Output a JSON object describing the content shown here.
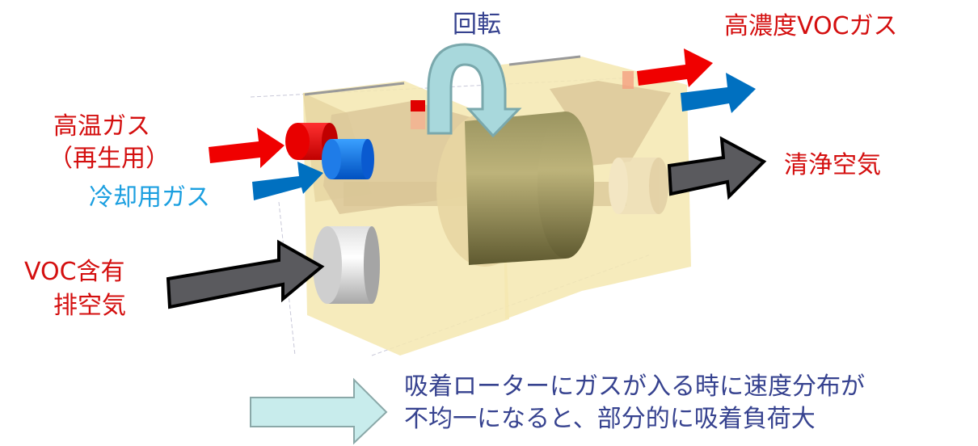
{
  "labels": {
    "rotation": "回転",
    "high_conc_voc_gas": "高濃度VOCガス",
    "hot_gas_line1": "高温ガス",
    "hot_gas_line2": "（再生用）",
    "cooling_gas": "冷却用ガス",
    "clean_air": "清浄空気",
    "voc_exhaust_line1": "VOC含有",
    "voc_exhaust_line2": "排空気"
  },
  "note": {
    "line1": "吸着ローターにガスが入る時に速度分布が",
    "line2": "不均一になると、部分的に吸着負荷大"
  },
  "colors": {
    "red_label": "#d40f0f",
    "cyan_label": "#1b9fe0",
    "navy_label": "#36428f",
    "hot_arrow": "#f00000",
    "cool_arrow": "#0070c0",
    "dark_arrow": "#5a5a5e",
    "rotor": "#7a7540",
    "housing": "#f5e8b0",
    "note_arrow": "#c8ecec"
  }
}
